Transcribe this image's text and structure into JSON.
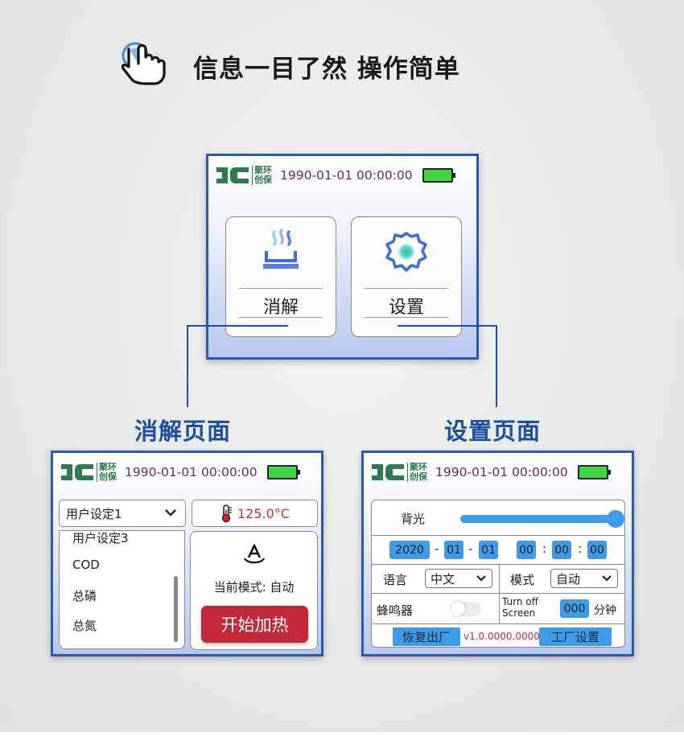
{
  "headline": {
    "text": "信息一目了然 操作简单"
  },
  "status_bar": {
    "logo_line1": "聚环",
    "logo_line2": "创保",
    "datetime": "1990-01-01 00:00:00"
  },
  "main_menu": {
    "tiles": [
      {
        "label": "消解",
        "icon": "steam-icon"
      },
      {
        "label": "设置",
        "icon": "gear-icon"
      }
    ]
  },
  "sections": {
    "digest_title": "消解页面",
    "settings_title": "设置页面"
  },
  "digest_page": {
    "dropdown_value": "用户设定1",
    "temperature": "125.0°C",
    "list_items": [
      "用户设定3",
      "COD",
      "总磷",
      "总氮"
    ],
    "mode_text": "当前模式: 自动",
    "start_button": "开始加热"
  },
  "settings_page": {
    "backlight_label": "背光",
    "backlight_level": 1.0,
    "date": {
      "year": "2020",
      "month": "01",
      "day": "01"
    },
    "time": {
      "hour": "00",
      "minute": "00",
      "second": "00"
    },
    "date_sep": "-",
    "time_sep": ":",
    "language_label": "语言",
    "language_value": "中文",
    "mode_label": "模式",
    "mode_value": "自动",
    "buzzer_label": "蜂鸣器",
    "buzzer_on": false,
    "turn_off_line1": "Turn off",
    "turn_off_line2": "Screen",
    "turn_off_value": "000",
    "minutes_label": "分钟",
    "restore_button": "恢复出厂",
    "version": "v1.0.0000.0000",
    "factory_button": "工厂设置"
  },
  "colors": {
    "frame": "#2a5bb3",
    "accent_blue": "#3d9be8",
    "start_red": "#c22a3c",
    "battery_green": "#3fd440"
  }
}
